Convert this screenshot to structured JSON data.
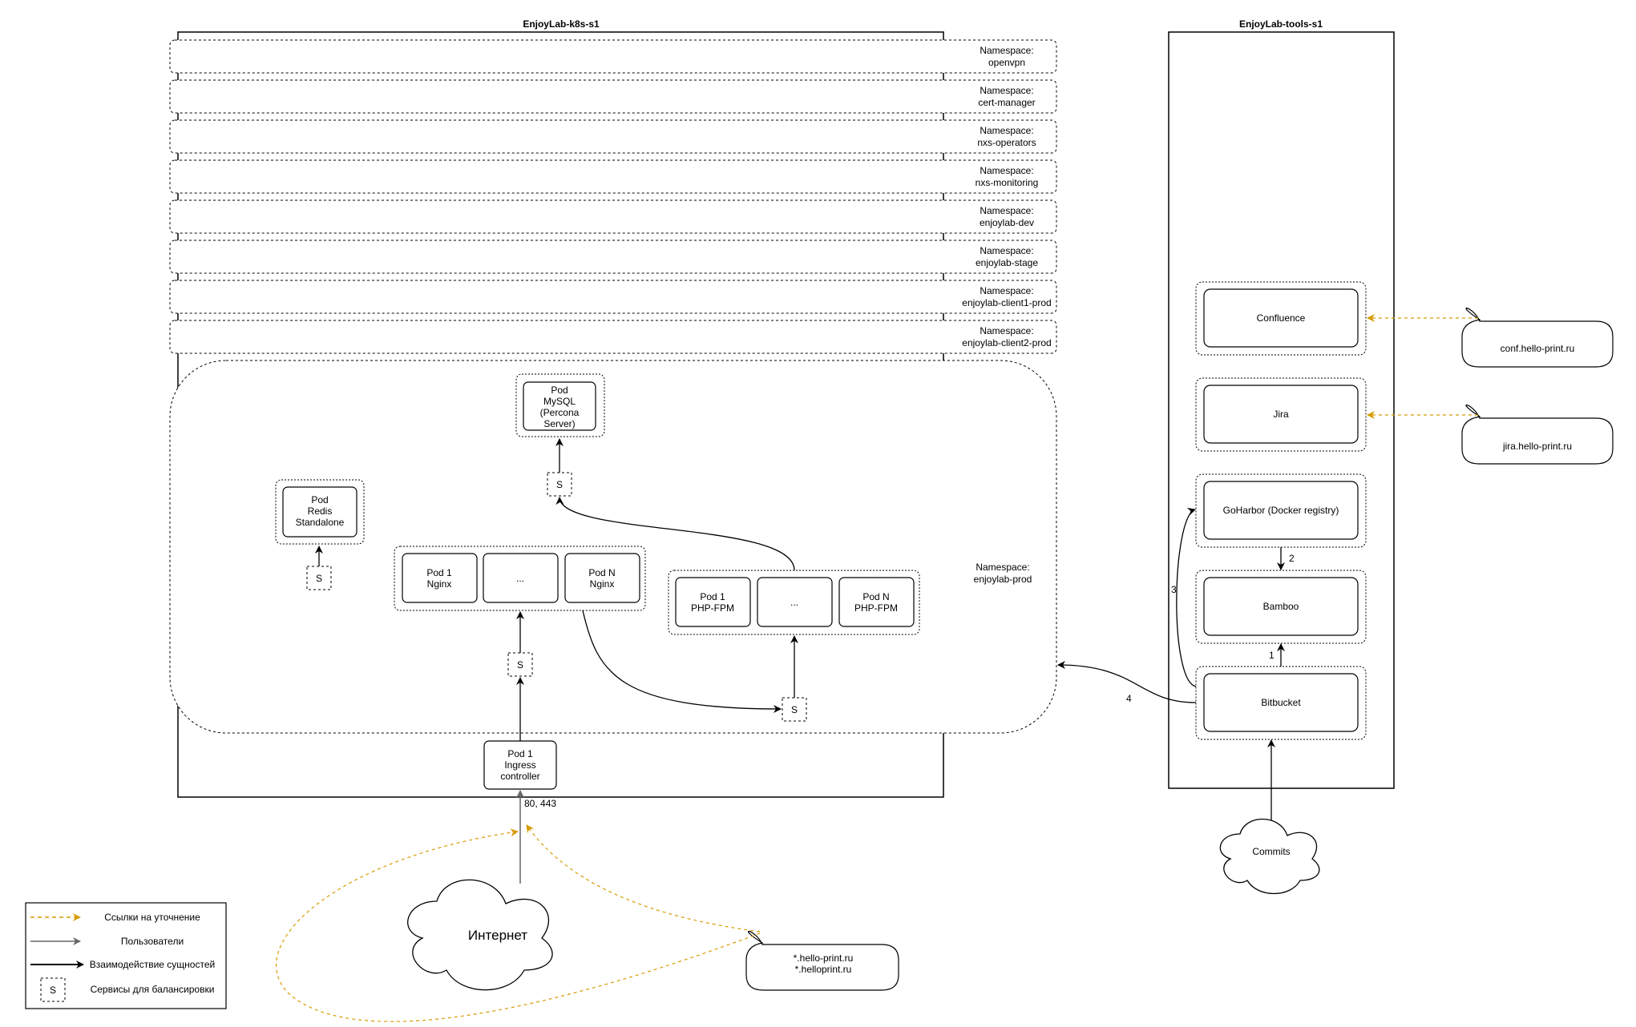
{
  "clusters": {
    "k8s": "EnjoyLab-k8s-s1",
    "tools": "EnjoyLab-tools-s1"
  },
  "namespaces": [
    {
      "label": "Namespace:",
      "name": "openvpn"
    },
    {
      "label": "Namespace:",
      "name": "cert-manager"
    },
    {
      "label": "Namespace:",
      "name": "nxs-operators"
    },
    {
      "label": "Namespace:",
      "name": "nxs-monitoring"
    },
    {
      "label": "Namespace:",
      "name": "enjoylab-dev"
    },
    {
      "label": "Namespace:",
      "name": "enjoylab-stage"
    },
    {
      "label": "Namespace:",
      "name": "enjoylab-client1-prod"
    },
    {
      "label": "Namespace:",
      "name": "enjoylab-client2-prod"
    }
  ],
  "prod_namespace": {
    "label": "Namespace:",
    "name": "enjoylab-prod"
  },
  "pods": {
    "mysql": [
      "Pod",
      "MySQL",
      "(Percona",
      "Server)"
    ],
    "redis": [
      "Pod",
      "Redis",
      "Standalone"
    ],
    "nginx1": [
      "Pod 1",
      "Nginx"
    ],
    "nginx_mid": "...",
    "nginxN": [
      "Pod N",
      "Nginx"
    ],
    "php1": [
      "Pod 1",
      "PHP-FPM"
    ],
    "php_mid": "...",
    "phpN": [
      "Pod N",
      "PHP-FPM"
    ],
    "ingress": [
      "Pod 1",
      "Ingress",
      "controller"
    ]
  },
  "service_label": "S",
  "ports_label": "80, 443",
  "tools": {
    "confluence": "Confluence",
    "jira": "Jira",
    "goharbor": "GoHarbor (Docker registry)",
    "bamboo": "Bamboo",
    "bitbucket": "Bitbucket"
  },
  "callouts": {
    "conf": "conf.hello-print.ru",
    "jira": "jira.hello-print.ru",
    "domains": [
      "*.hello-print.ru",
      "*.helloprint.ru"
    ]
  },
  "clouds": {
    "internet": "Интернет",
    "commits": "Commits"
  },
  "step_labels": {
    "one": "1",
    "two": "2",
    "three": "3",
    "four": "4"
  },
  "legend": {
    "items": [
      {
        "text": "Ссылки на уточнение",
        "kind": "dashed-orange"
      },
      {
        "text": "Пользователи",
        "kind": "gray"
      },
      {
        "text": "Взаимодействие сущностей",
        "kind": "black"
      },
      {
        "text": "Сервисы для балансировки",
        "kind": "service"
      }
    ]
  },
  "colors": {
    "link_orange": "#D79B00",
    "users_gray": "#666666",
    "line_black": "#000000"
  }
}
